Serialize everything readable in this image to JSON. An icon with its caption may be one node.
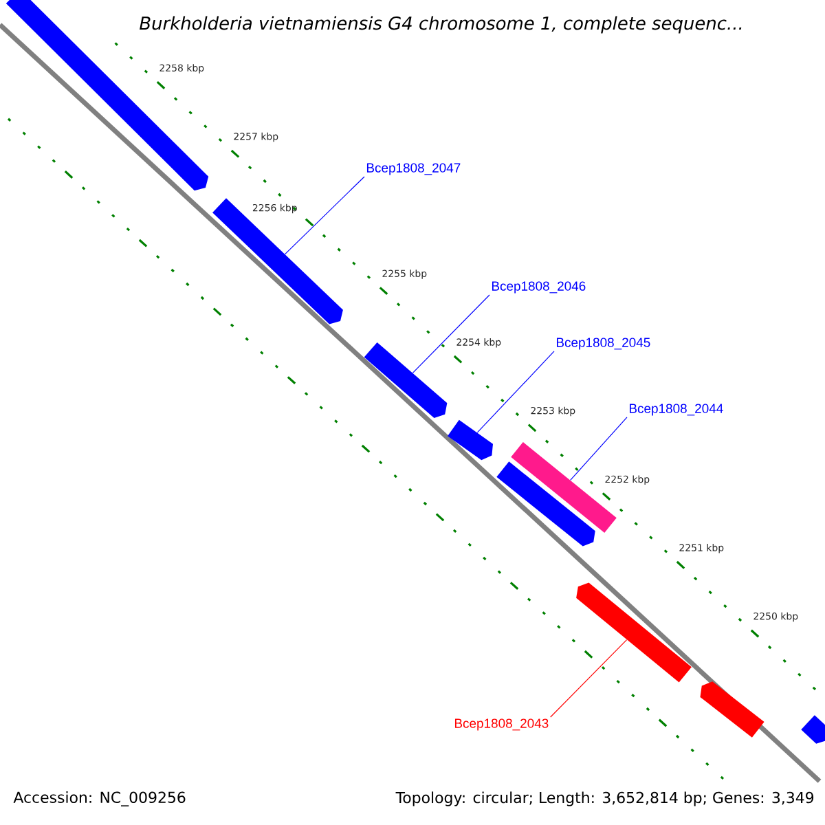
{
  "diagram": {
    "title": "Burkholderia vietnamiensis G4 chromosome 1, complete sequenc...",
    "nodes": [
      {
        "text": [],
        "shape": "bar"
      },
      {
        "text": [],
        "shape": "bar"
      },
      {
        "text": [],
        "shape": "bar"
      },
      {
        "text": [],
        "shape": "bar"
      },
      {
        "text": [],
        "shape": "bar"
      },
      {
        "text": [],
        "shape": "bar"
      },
      {
        "text": [],
        "shape": "bar"
      },
      {
        "text": [],
        "shape": "bar"
      },
      {
        "text": [],
        "shape": "bar"
      },
      {
        "text": [
          "Bcep1808_2047"
        ]
      },
      {
        "text": [
          "Bcep1808_2046"
        ]
      },
      {
        "text": [
          "Bcep1808_2045"
        ]
      },
      {
        "text": [
          "Bcep1808_2044"
        ]
      },
      {
        "text": [
          "Bcep1808_2043"
        ]
      }
    ],
    "edges": [
      {
        "from": 9,
        "to": 1,
        "arrow": "none"
      },
      {
        "from": 10,
        "to": 2,
        "arrow": "none"
      },
      {
        "from": 11,
        "to": 3,
        "arrow": "none"
      },
      {
        "from": 12,
        "to": 4,
        "arrow": "none"
      },
      {
        "from": 13,
        "to": 6,
        "arrow": "none",
        "color": "#ff0000"
      }
    ],
    "labels": [
      "2258 kbp",
      "2257 kbp",
      "2256 kbp",
      "2255 kbp",
      "2254 kbp",
      "2253 kbp",
      "2252 kbp",
      "2251 kbp",
      "2250 kbp",
      "Accession: NC_009256",
      "Topology: circular; Length: 3,652,814 bp; Genes: 3,349"
    ]
  }
}
